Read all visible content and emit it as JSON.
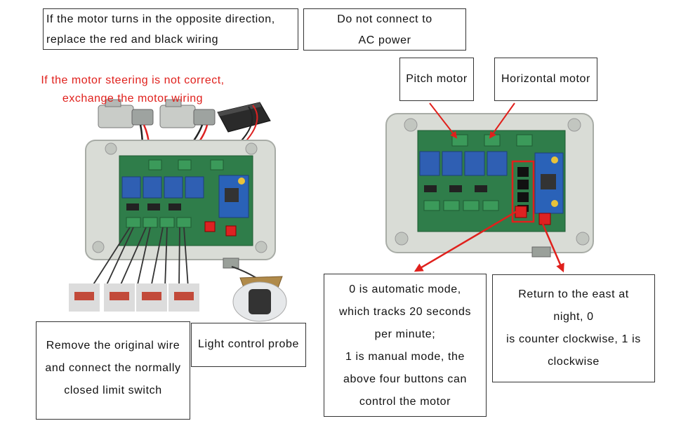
{
  "notes": {
    "reverse_direction": [
      "If the motor turns in the opposite direction,",
      "replace the red and black wiring"
    ],
    "no_ac": [
      "Do not connect to",
      "AC power"
    ],
    "steering": [
      "If the motor steering is not correct,",
      "exchange the motor wiring"
    ]
  },
  "labels": {
    "pitch_motor": "Pitch motor",
    "horizontal_motor": "Horizontal motor",
    "limit_switch": [
      "Remove the original wire",
      "and connect the normally",
      "closed limit switch"
    ],
    "light_probe": "Light control probe",
    "mode_switch": [
      "0 is automatic mode,",
      "which tracks 20 seconds",
      "per minute;",
      "1 is manual mode, the",
      "above four buttons can",
      "control the motor"
    ],
    "return_switch": [
      "Return to the east at",
      "night, 0",
      "is counter clockwise, 1 is",
      "clockwise"
    ]
  },
  "colors": {
    "annotation_red": "#e0201c",
    "enclosure": "#d9dcd6",
    "pcb": "#2f7d4a",
    "relay": "#2f5fb3",
    "terminal": "#3b9a5a"
  }
}
